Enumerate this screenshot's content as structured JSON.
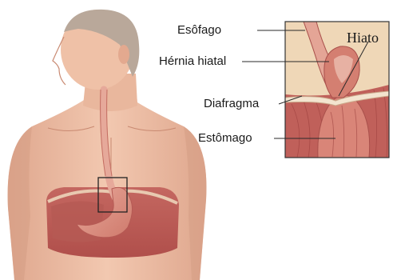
{
  "labels": {
    "esofago": "Esôfago",
    "hernia_hiatal": "Hérnia hiatal",
    "diafragma": "Diafragma",
    "estomago": "Estômago",
    "hiato": "Hiato"
  },
  "colors": {
    "skin": "#edbfa6",
    "skin_shadow": "#d59e85",
    "hair": "#b9a89a",
    "muscle": "#bf5b55",
    "tissue": "#efd7b7",
    "mucosa": "#cf7a6c",
    "label_line": "#2a2a2a"
  }
}
